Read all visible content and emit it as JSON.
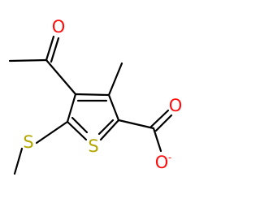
{
  "atoms": {
    "carbonyl_oxygen": "O",
    "methylthio_sulfur": "S",
    "ring_sulfur": "S",
    "carboxyl_oxygen_double": "O",
    "carboxyl_oxygen_single": "O",
    "carboxylate_charge": "-"
  },
  "colors": {
    "oxygen": "#ff0d0d",
    "sulfur": "#b2a600",
    "bond": "#000000"
  }
}
